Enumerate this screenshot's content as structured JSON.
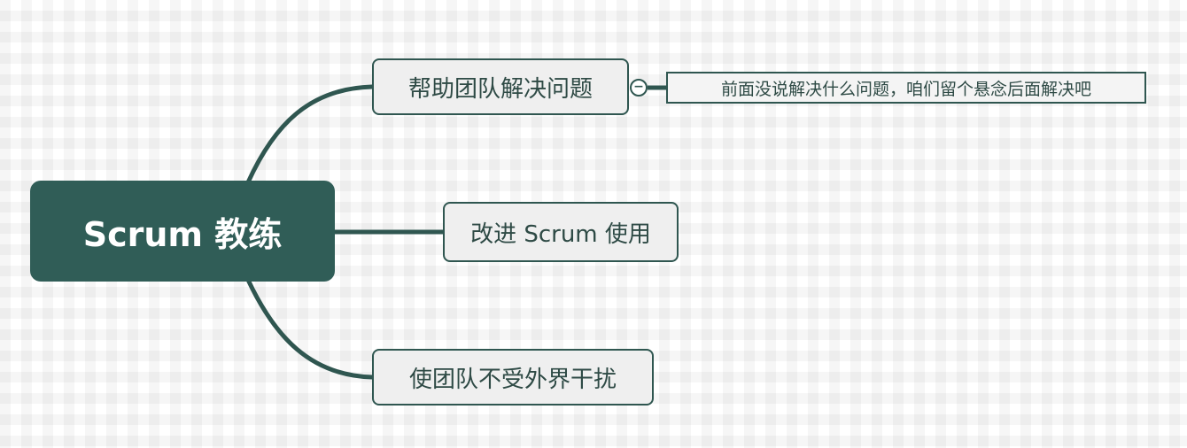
{
  "mindmap": {
    "root": {
      "label": "Scrum 教练"
    },
    "branches": [
      {
        "label": "帮助团队解决问题",
        "collapse_symbol": "−",
        "note": "前面没说解决什么问题，咱们留个悬念后面解决吧"
      },
      {
        "label": "改进 Scrum 使用"
      },
      {
        "label": "使团队不受外界干扰"
      }
    ]
  },
  "colors": {
    "root_fill": "#305d57",
    "line": "#2f5650",
    "topic_fill": "#efefef",
    "text": "#2e4a45"
  }
}
